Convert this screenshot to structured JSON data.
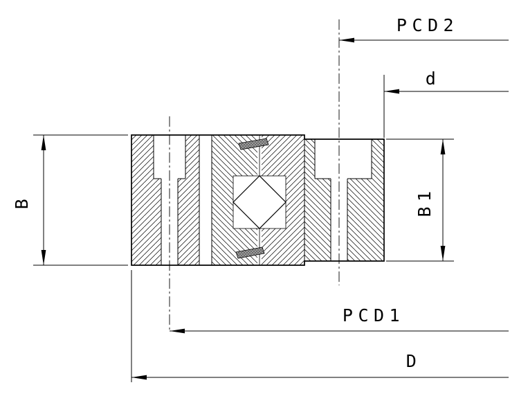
{
  "drawing": {
    "type": "bearing-cross-section-technical-drawing",
    "colors": {
      "background": "#ffffff",
      "line": "#000000",
      "seal": "#777777"
    },
    "labels": {
      "pcd2": "PCD2",
      "bore_diameter": "d",
      "width_outer": "B",
      "width_inner": "B1",
      "pcd1": "PCD1",
      "outer_diameter": "D"
    }
  }
}
